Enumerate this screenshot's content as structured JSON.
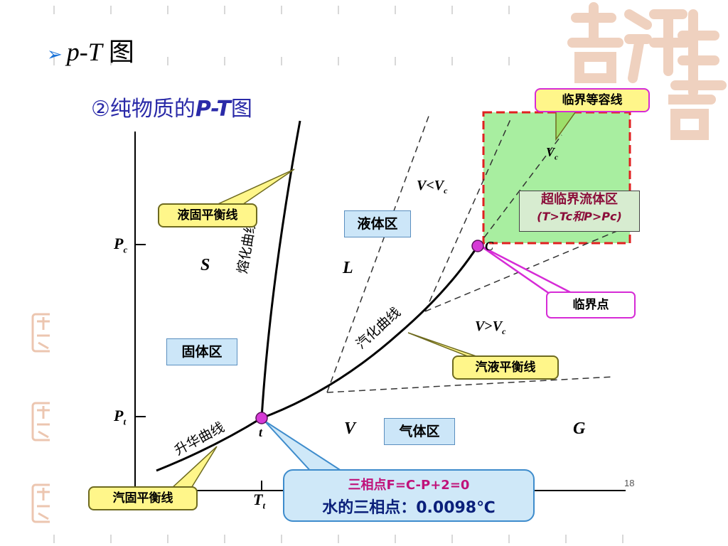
{
  "slide": {
    "title_prefix": "p",
    "title_dash": "-",
    "title_var": "T",
    "title_suffix": " 图",
    "page_number": "18"
  },
  "figure": {
    "heading_num": "②纯物质的",
    "heading_var": "P-T",
    "heading_suffix": "图"
  },
  "axes": {
    "pc_label": "P",
    "pc_sub": "c",
    "pt_label": "P",
    "pt_sub": "t",
    "tt_label": "T",
    "tt_sub": "t"
  },
  "regions": {
    "s": "S",
    "l": "L",
    "v": "V",
    "g": "G",
    "solid": "固体区",
    "liquid": "液体区",
    "gas": "气体区"
  },
  "curves": {
    "melting": "熔化曲线",
    "vaporization": "汽化曲线",
    "sublimation": "升华曲线"
  },
  "points": {
    "triple": "t",
    "critical": "C",
    "vc": "V",
    "vc_sub": "c"
  },
  "isochores": {
    "less_v": "V",
    "less_op": "<",
    "less_vc": "V",
    "less_sub": "c",
    "greater_v": "V",
    "greater_op": ">",
    "greater_vc": "V",
    "greater_sub": "c"
  },
  "callouts": {
    "solid_liquid": "液固平衡线",
    "vapor_liquid": "汽液平衡线",
    "vapor_solid": "汽固平衡线",
    "critical_isochore": "临界等容线",
    "critical_point": "临界点",
    "supercritical_line1": "超临界流体区",
    "supercritical_line2": "(T>Tc和P>Pc)",
    "triple_line1": "三相点F=C-P+2=0",
    "triple_line2": "水的三相点：0.0098℃"
  },
  "colors": {
    "supercritical_fill": "#a8eea0",
    "supercritical_border": "#e02020",
    "callout_yellow": "#fff68a",
    "critical_magenta": "#d62bd6",
    "point_fill": "#d63ad6",
    "region_box": "#cce6f8",
    "triple_box": "#cfe8f8",
    "title_arrow": "#1a73d9"
  }
}
